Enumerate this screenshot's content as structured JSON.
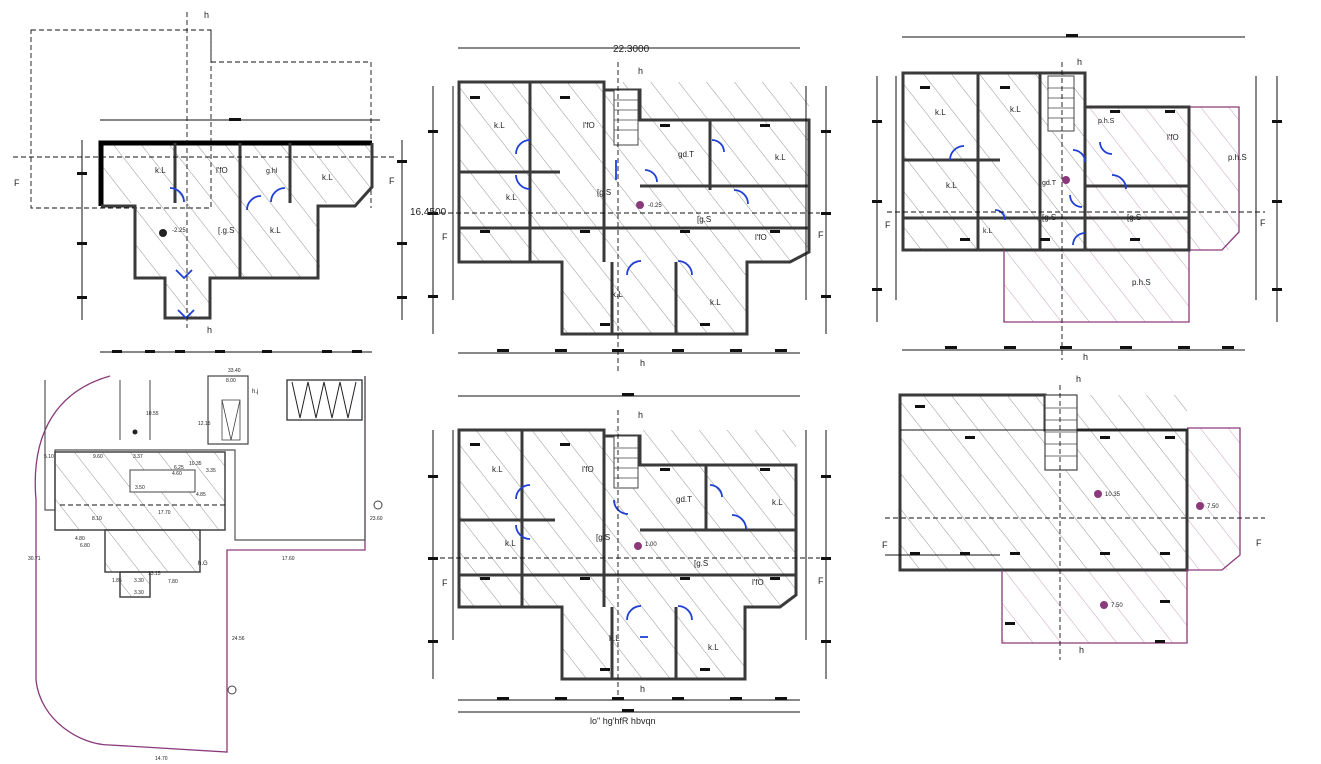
{
  "plans": {
    "p1": {
      "marker_top": "h",
      "marker_bottom": "h",
      "section_left": "F",
      "section_right": "F",
      "rooms": [
        "k.L",
        "l'fO",
        "g.hl",
        "k.L",
        "[.g.S",
        "k.L"
      ],
      "level": "-2.25"
    },
    "p2": {
      "width_dim": "22.3000",
      "height_dim": "16.4500",
      "marker_top": "h",
      "marker_bottom": "h",
      "section_left": "F",
      "section_right": "F",
      "rooms": [
        "k.L",
        "l'fO",
        "gd.T",
        "k.L",
        "k.L",
        "[g.S",
        "[g.S",
        "l'fO",
        "k.L",
        "k.L"
      ],
      "level": "-0.25"
    },
    "p3": {
      "marker_top": "h",
      "marker_bottom": "h",
      "section_left": "F",
      "section_right": "F",
      "rooms": [
        "k.L",
        "k.L",
        "l'fO",
        "gd.T",
        "p.h.S",
        "k.L",
        "[g.S",
        "[g.S",
        "k.L",
        "p.h.S",
        "p.h.S"
      ]
    },
    "p4": {
      "marker_top": "h",
      "marker_bottom": "h",
      "section_left": "F",
      "section_right": "F",
      "rooms": [
        "k.L",
        "l'fO",
        "gd.T",
        "k.L",
        "k.L",
        "[g.S",
        "[g.S",
        "l'fO",
        "k.L",
        "k.L"
      ],
      "level": "1.00",
      "caption": "lo\" hg'hfR hbvqn"
    },
    "p5": {
      "marker_top": "h",
      "marker_bottom": "h",
      "section_left": "F",
      "section_right": "F",
      "levels": [
        "10.35",
        "7.50",
        "7.50"
      ]
    },
    "site": {
      "labels": [
        "33.40",
        "8.00",
        "h.j",
        "10.55",
        "12.15",
        "9.60",
        "3.37",
        "4.60",
        "4.80",
        "17.70",
        "8.10",
        "3.50",
        "4.85",
        "13.15",
        "7.80",
        "1.85",
        "3.30",
        "3.30",
        "6.80",
        "5.10",
        "6.25",
        "10.35",
        "3.35",
        "24.56",
        "23.60",
        "17.60",
        "30.71",
        "14.70",
        "h.G"
      ]
    }
  }
}
